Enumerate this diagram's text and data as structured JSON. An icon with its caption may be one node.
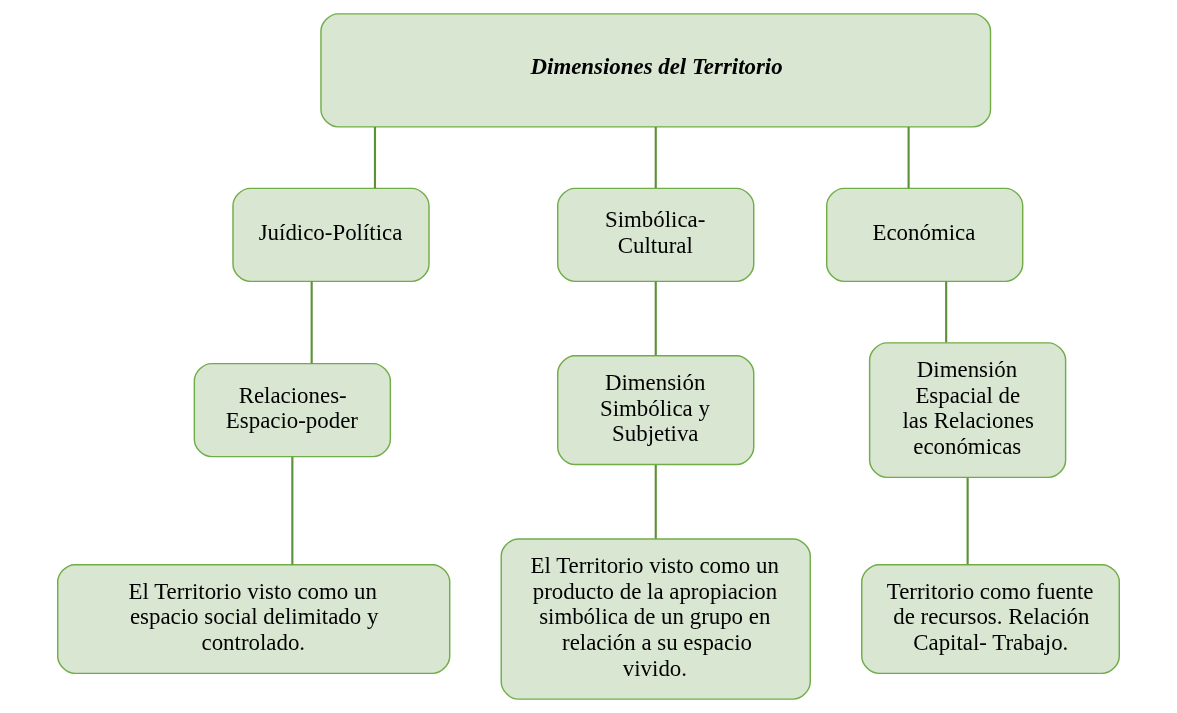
{
  "diagram": {
    "nodes": [
      {
        "text": [
          "Dimensiones del Territorio"
        ]
      },
      {
        "text": [
          "Juídico-Política"
        ]
      },
      {
        "text": [
          "Simbólica- Cultural"
        ]
      },
      {
        "text": [
          "Económica"
        ]
      },
      {
        "text": [
          "Relaciones- Espacio-poder"
        ]
      },
      {
        "text": [
          "Dimensión Simbólica y Subjetiva"
        ]
      },
      {
        "text": [
          "Dimensión Espacial de las Relaciones económicas"
        ]
      },
      {
        "text": [
          "El Territorio visto como un espacio social delimitado y controlado."
        ]
      },
      {
        "text": [
          "El Territorio visto como un producto de la apropiacion simbólica de un grupo en relación a su espacio vivido."
        ]
      },
      {
        "text": [
          "Territorio como fuente de recursos. Relación Capital- Trabajo."
        ]
      }
    ],
    "edges": [
      {
        "from": 0,
        "to": 1,
        "arrow": "none"
      },
      {
        "from": 0,
        "to": 2,
        "arrow": "none"
      },
      {
        "from": 0,
        "to": 3,
        "arrow": "none"
      },
      {
        "from": 1,
        "to": 4,
        "arrow": "none"
      },
      {
        "from": 2,
        "to": 5,
        "arrow": "none"
      },
      {
        "from": 3,
        "to": 6,
        "arrow": "none"
      },
      {
        "from": 4,
        "to": 7,
        "arrow": "none"
      },
      {
        "from": 5,
        "to": 8,
        "arrow": "none"
      },
      {
        "from": 6,
        "to": 9,
        "arrow": "none"
      }
    ]
  }
}
